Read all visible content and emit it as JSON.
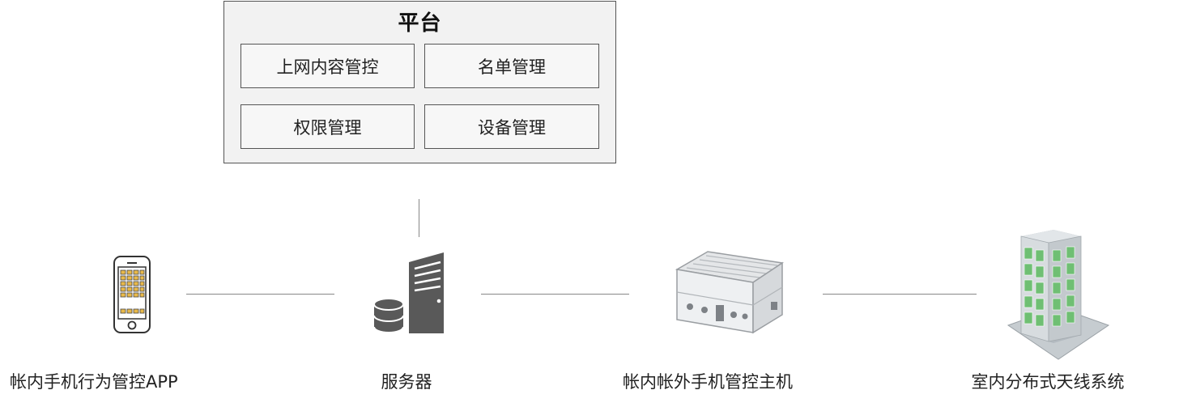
{
  "platform": {
    "title": "平台",
    "modules": [
      "上网内容管控",
      "名单管理",
      "权限管理",
      "设备管理"
    ]
  },
  "nodes": [
    {
      "label": "帐内手机行为管控APP",
      "icon": "smartphone-icon"
    },
    {
      "label": "服务器",
      "icon": "server-icon"
    },
    {
      "label": "帐内帐外手机管控主机",
      "icon": "control-host-device-icon"
    },
    {
      "label": "室内分布式天线系统",
      "icon": "building-antenna-icon"
    }
  ],
  "colors": {
    "border": "#555555",
    "platform_bg": "#f2f2f2",
    "connector": "#888888",
    "server": "#595959",
    "building_green": "#6fbf73"
  }
}
